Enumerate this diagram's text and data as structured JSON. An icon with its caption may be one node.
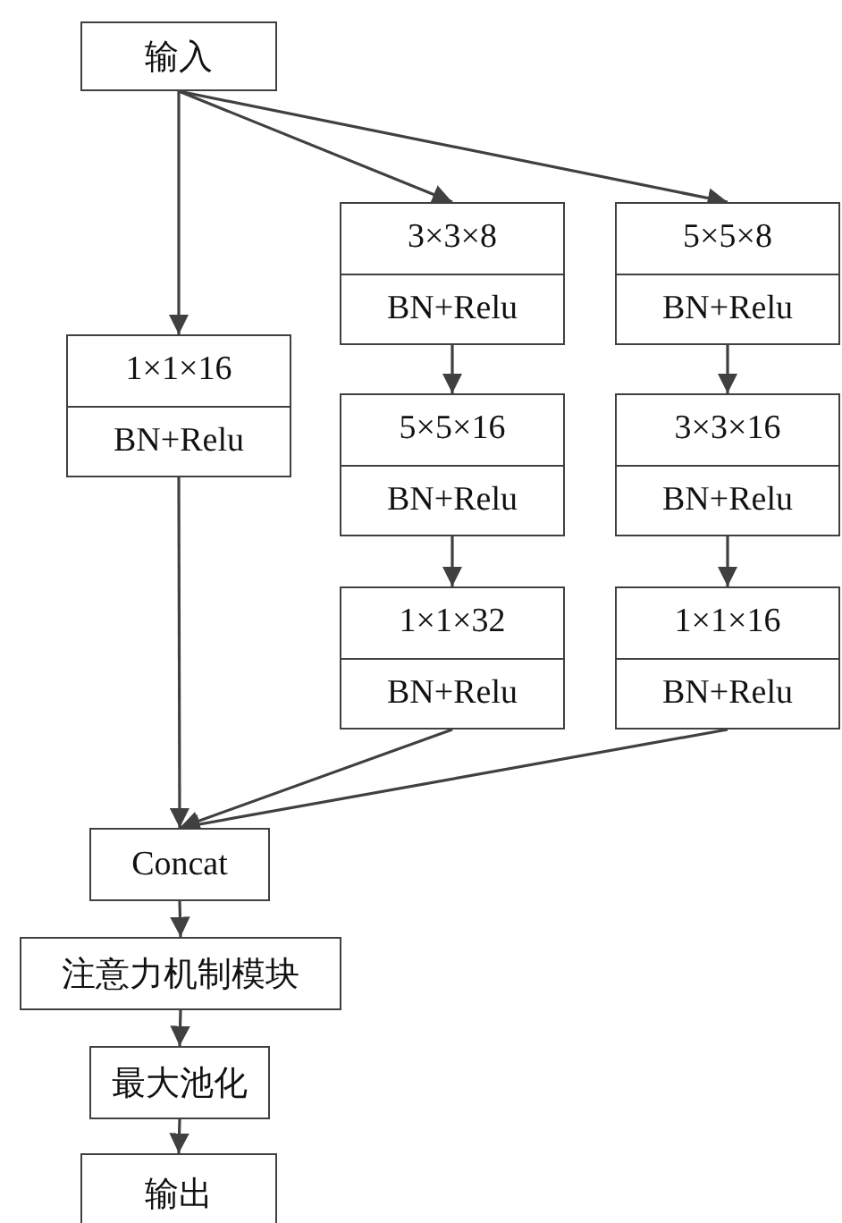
{
  "diagram": {
    "nodes": [
      {
        "text": [
          "输入"
        ]
      },
      {
        "text": [
          "1×1×16",
          "BN+Relu"
        ]
      },
      {
        "text": [
          "3×3×8",
          "BN+Relu"
        ]
      },
      {
        "text": [
          "5×5×8",
          "BN+Relu"
        ]
      },
      {
        "text": [
          "5×5×16",
          "BN+Relu"
        ]
      },
      {
        "text": [
          "3×3×16",
          "BN+Relu"
        ]
      },
      {
        "text": [
          "1×1×32",
          "BN+Relu"
        ]
      },
      {
        "text": [
          "1×1×16",
          "BN+Relu"
        ]
      },
      {
        "text": [
          "Concat"
        ]
      },
      {
        "text": [
          "注意力机制模块"
        ]
      },
      {
        "text": [
          "最大池化"
        ]
      },
      {
        "text": [
          "输出"
        ]
      }
    ],
    "edges": [
      {
        "from": 0,
        "to": 1,
        "arrow": "to"
      },
      {
        "from": 0,
        "to": 2,
        "arrow": "to"
      },
      {
        "from": 0,
        "to": 3,
        "arrow": "to"
      },
      {
        "from": 2,
        "to": 4,
        "arrow": "to"
      },
      {
        "from": 4,
        "to": 6,
        "arrow": "to"
      },
      {
        "from": 3,
        "to": 5,
        "arrow": "to"
      },
      {
        "from": 5,
        "to": 7,
        "arrow": "to"
      },
      {
        "from": 1,
        "to": 8,
        "arrow": "to"
      },
      {
        "from": 6,
        "to": 8,
        "arrow": "to"
      },
      {
        "from": 7,
        "to": 8,
        "arrow": "to"
      },
      {
        "from": 8,
        "to": 9,
        "arrow": "to"
      },
      {
        "from": 9,
        "to": 10,
        "arrow": "to"
      },
      {
        "from": 10,
        "to": 11,
        "arrow": "to"
      }
    ]
  }
}
